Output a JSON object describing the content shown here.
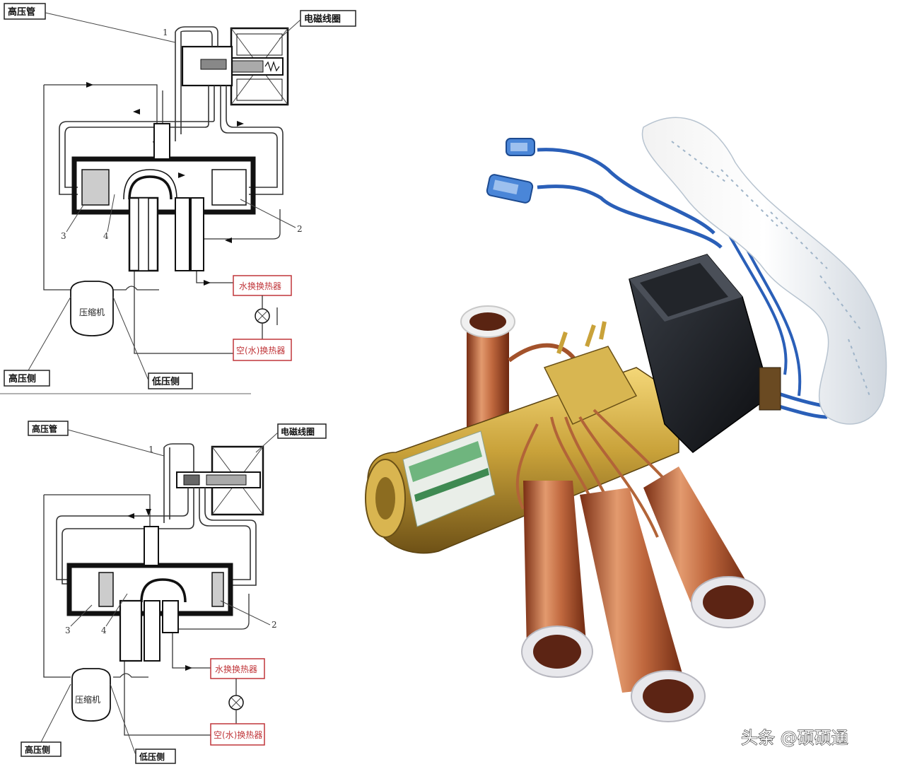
{
  "top_diagram": {
    "high_pressure_pipe": "高压管",
    "solenoid_coil": "电磁线圈",
    "compressor": "压缩机",
    "high_pressure_side": "高压侧",
    "low_pressure_side": "低压侧",
    "indoor_exchanger": "水换换热器",
    "outdoor_exchanger": "空(水)换热器",
    "num_1": "1",
    "num_2": "2",
    "num_3": "3",
    "num_4": "4"
  },
  "bottom_diagram": {
    "high_pressure_pipe": "高压管",
    "solenoid_coil": "电磁线圈",
    "compressor": "压缩机",
    "high_pressure_side": "高压侧",
    "low_pressure_side": "低压侧",
    "indoor_exchanger": "水换换热器",
    "outdoor_exchanger": "空(水)换热器",
    "num_1": "1",
    "num_2": "2",
    "num_3": "3",
    "num_4": "4"
  },
  "watermark": "头条 @硕硕通",
  "colors": {
    "copper": "#b8623a",
    "brass": "#c9a23a",
    "coil": "#1c1f24",
    "wire": "#2a5fb8",
    "label_red": "#c0363a"
  }
}
